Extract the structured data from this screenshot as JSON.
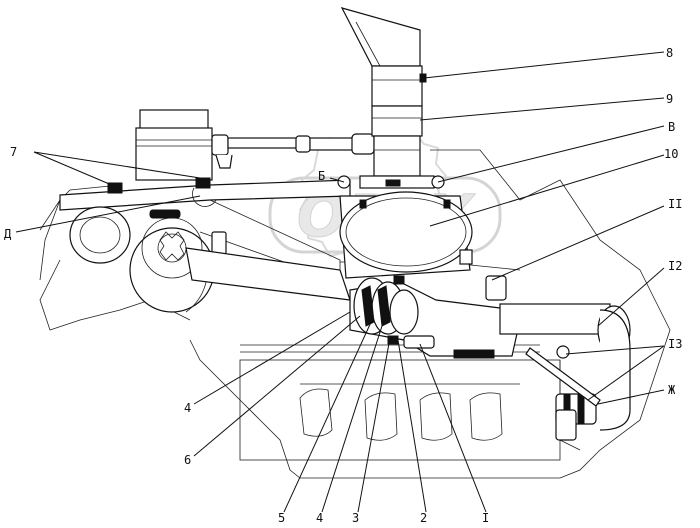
{
  "watermark": {
    "text": "OPEX"
  },
  "callouts": {
    "c8": "8",
    "c9": "9",
    "cB": "В",
    "cB2": "Б",
    "c10": "10",
    "c7": "7",
    "cD": "Д",
    "c11": "II",
    "c12": "I2",
    "c13": "I3",
    "cZh": "Ж",
    "c4a": "4",
    "c6": "6",
    "c5": "5",
    "c4b": "4",
    "c3": "3",
    "c2": "2",
    "c1": "I"
  }
}
